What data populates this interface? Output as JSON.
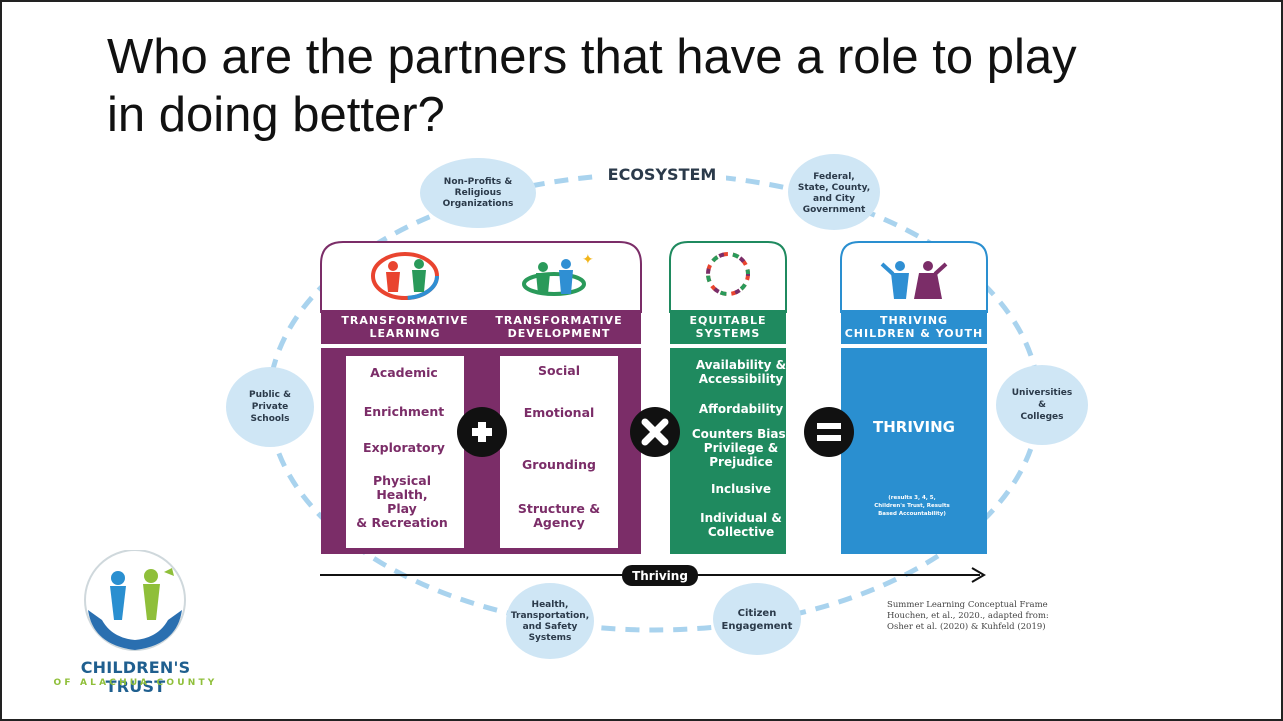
{
  "slide": {
    "title_line1": "Who are the partners that have a role to play",
    "title_line2": "in doing better?"
  },
  "ecosystem": {
    "label": "ECOSYSTEM",
    "partners": {
      "nonprofits": [
        "Non-Profits &",
        "Religious",
        "Organizations"
      ],
      "government": [
        "Federal,",
        "State, County,",
        "and City",
        "Government"
      ],
      "schools": [
        "Public &",
        "Private",
        "Schools"
      ],
      "universities": [
        "Universities",
        "&",
        "Colleges"
      ],
      "health": [
        "Health,",
        "Transportation,",
        "and Safety",
        "Systems"
      ],
      "citizen": [
        "Citizen",
        "Engagement"
      ]
    }
  },
  "columns": {
    "learning": {
      "header": [
        "TRANSFORMATIVE",
        "LEARNING"
      ],
      "items": [
        "Academic",
        "Enrichment",
        "Exploratory",
        "Physical",
        "Health,",
        "Play",
        "& Recreation"
      ]
    },
    "development": {
      "header": [
        "TRANSFORMATIVE",
        "DEVELOPMENT"
      ],
      "items": [
        "Social",
        "Emotional",
        "Grounding",
        "Structure &",
        "Agency"
      ]
    },
    "equitable": {
      "header": [
        "EQUITABLE",
        "SYSTEMS"
      ],
      "items": [
        "Availability &",
        "Accessibility",
        "Affordability",
        "Counters Bias,",
        "Privilege &",
        "Prejudice",
        "Inclusive",
        "Individual &",
        "Collective"
      ]
    },
    "thriving": {
      "header": [
        "THRIVING",
        "CHILDREN & YOUTH"
      ],
      "main": "THRIVING",
      "note": [
        "(results 3, 4, 5,",
        "Children's Trust, Results",
        "Based Accountability)"
      ]
    }
  },
  "arrow_label": "Thriving",
  "citation": [
    "Summer Learning Conceptual Frame",
    "Houchen, et al., 2020., adapted from:",
    "Osher et al. (2020) & Kuhfeld (2019)"
  ],
  "logo": {
    "name": "CHILDREN'S TRUST",
    "sub": "OF ALACHUA COUNTY"
  },
  "colors": {
    "purple": "#7b2d68",
    "green": "#1f8a5f",
    "blue": "#2a8fd0",
    "dash": "#a9d3ee",
    "bubble": "#cfe6f5"
  }
}
